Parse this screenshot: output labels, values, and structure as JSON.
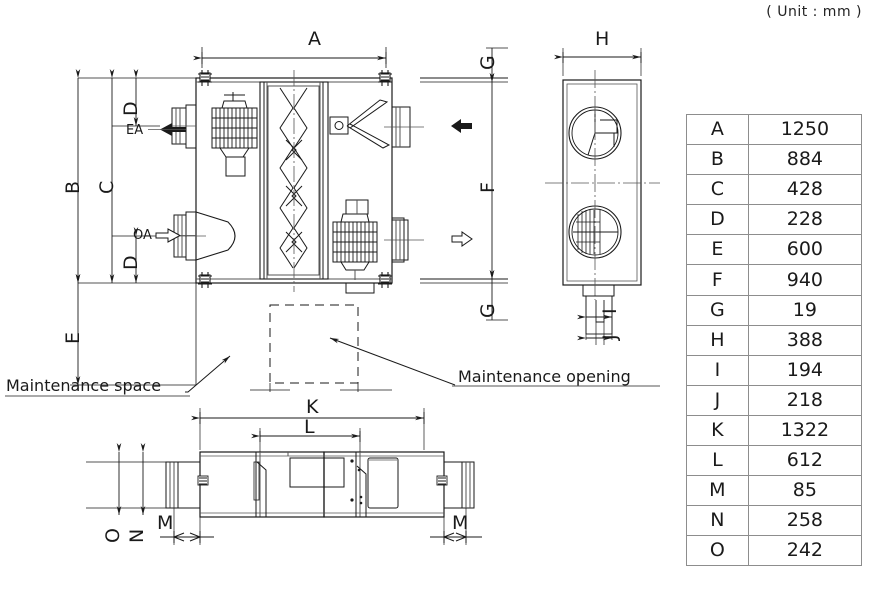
{
  "unit_caption": "( Unit : mm )",
  "spec_table": {
    "rows": [
      {
        "symbol": "A",
        "value": "1250"
      },
      {
        "symbol": "B",
        "value": "884"
      },
      {
        "symbol": "C",
        "value": "428"
      },
      {
        "symbol": "D",
        "value": "228"
      },
      {
        "symbol": "E",
        "value": "600"
      },
      {
        "symbol": "F",
        "value": "940"
      },
      {
        "symbol": "G",
        "value": "19"
      },
      {
        "symbol": "H",
        "value": "388"
      },
      {
        "symbol": "I",
        "value": "194"
      },
      {
        "symbol": "J",
        "value": "218"
      },
      {
        "symbol": "K",
        "value": "1322"
      },
      {
        "symbol": "L",
        "value": "612"
      },
      {
        "symbol": "M",
        "value": "85"
      },
      {
        "symbol": "N",
        "value": "258"
      },
      {
        "symbol": "O",
        "value": "242"
      }
    ]
  },
  "dimension_labels": {
    "A": "A",
    "B": "B",
    "C": "C",
    "D_top": "D",
    "D_bottom": "D",
    "E": "E",
    "F": "F",
    "G_top": "G",
    "G_bottom": "G",
    "H": "H",
    "I": "I",
    "J": "J",
    "K": "K",
    "L": "L",
    "M_left": "M",
    "M_right": "M",
    "N": "N",
    "O": "O"
  },
  "airflow_labels": {
    "exhaust_air": "EA",
    "outdoor_air": "OA"
  },
  "annotations": {
    "maintenance_space": "Maintenance space",
    "maintenance_opening": "Maintenance opening"
  },
  "colors": {
    "line": "#1a1a1a",
    "thin_line": "#555555",
    "table_border": "#8d8d8d",
    "background": "#ffffff"
  }
}
